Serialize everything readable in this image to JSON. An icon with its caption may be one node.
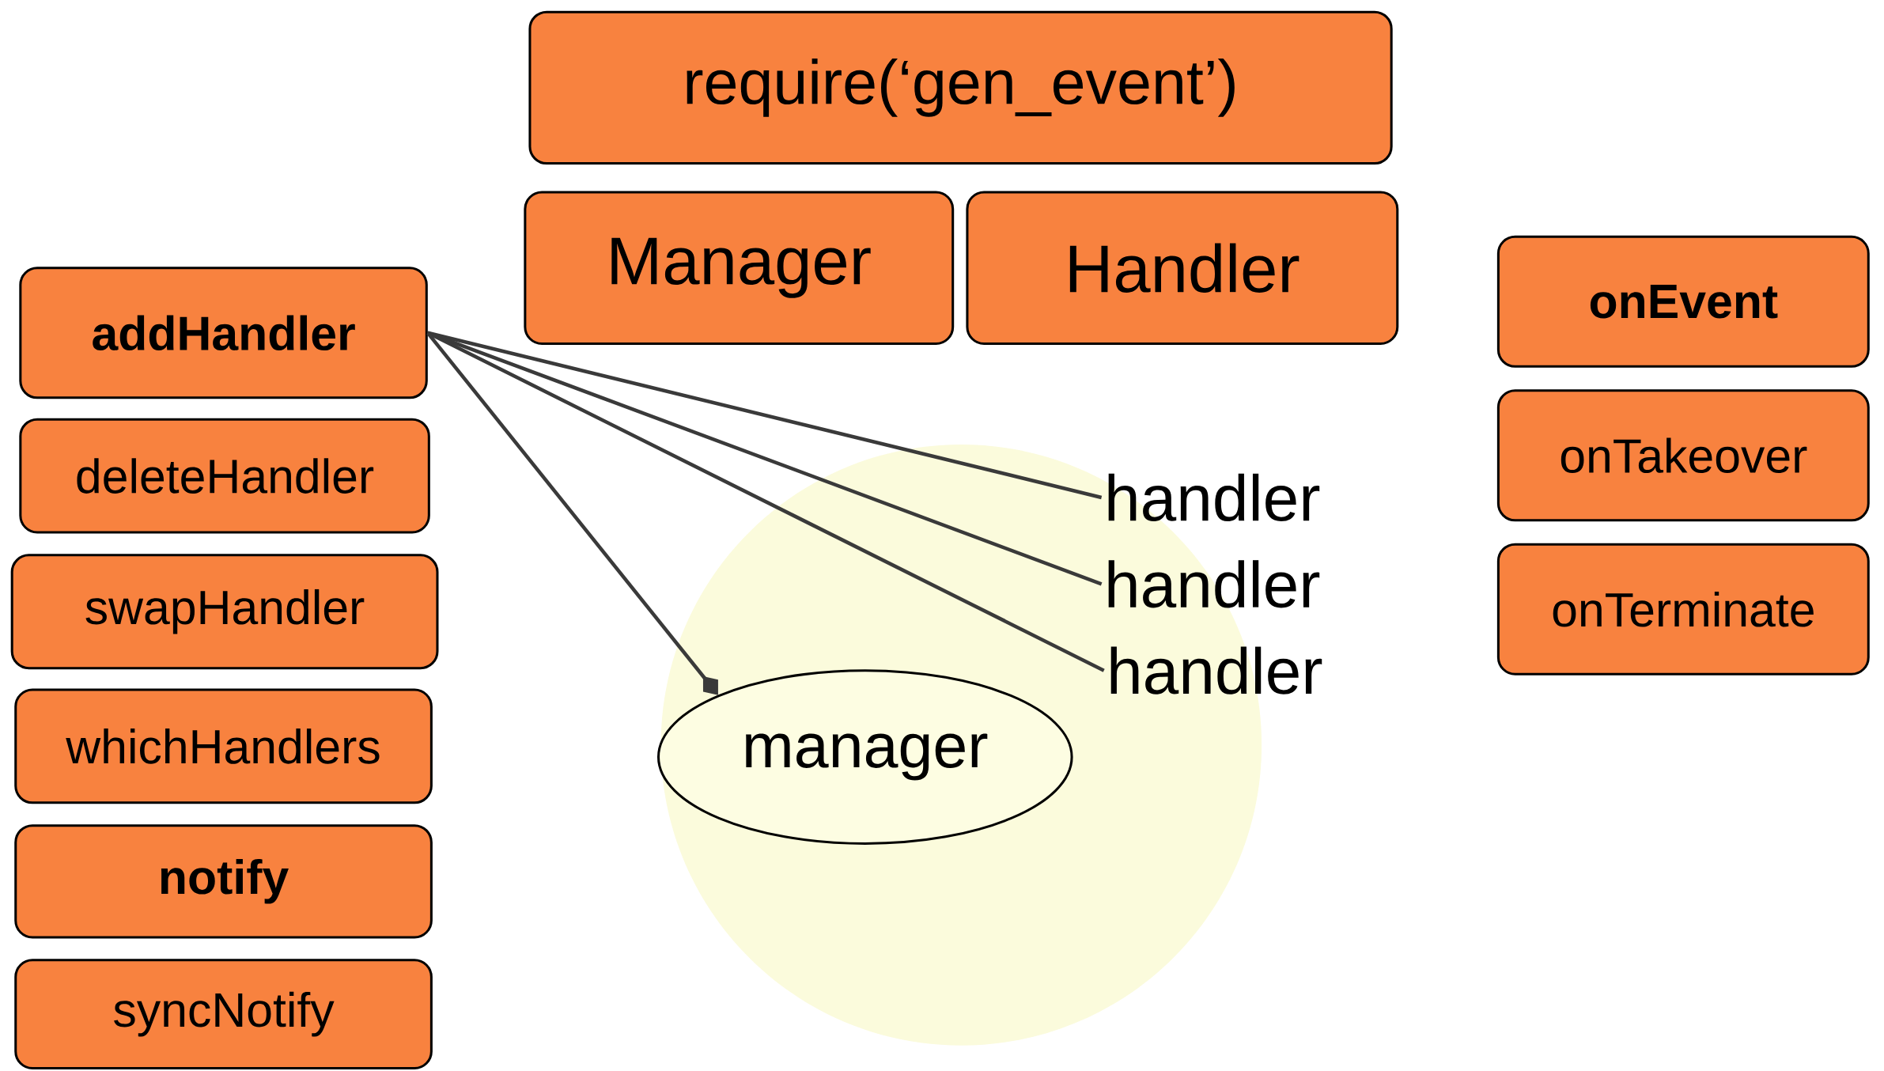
{
  "diagram": {
    "nodes": [
      {
        "text": [
          "require(‘gen_event’)"
        ]
      },
      {
        "text": [
          "Manager"
        ]
      },
      {
        "text": [
          "Handler"
        ]
      },
      {
        "text": [
          "addHandler"
        ]
      },
      {
        "text": [
          "deleteHandler"
        ]
      },
      {
        "text": [
          "swapHandler"
        ]
      },
      {
        "text": [
          "whichHandlers"
        ]
      },
      {
        "text": [
          "notify"
        ]
      },
      {
        "text": [
          "syncNotify"
        ]
      },
      {
        "text": [
          "onEvent"
        ]
      },
      {
        "text": [
          "onTakeover"
        ]
      },
      {
        "text": [
          "onTerminate"
        ]
      },
      {
        "text": [
          "handler"
        ]
      },
      {
        "text": [
          "handler"
        ]
      },
      {
        "text": [
          "handler"
        ]
      },
      {
        "text": [
          "manager"
        ]
      }
    ],
    "edges": [
      {
        "from": 3,
        "to": 12,
        "arrow": "none"
      },
      {
        "from": 3,
        "to": 13,
        "arrow": "none"
      },
      {
        "from": 3,
        "to": 14,
        "arrow": "none"
      },
      {
        "from": 3,
        "to": 15,
        "arrow": "other"
      }
    ]
  }
}
